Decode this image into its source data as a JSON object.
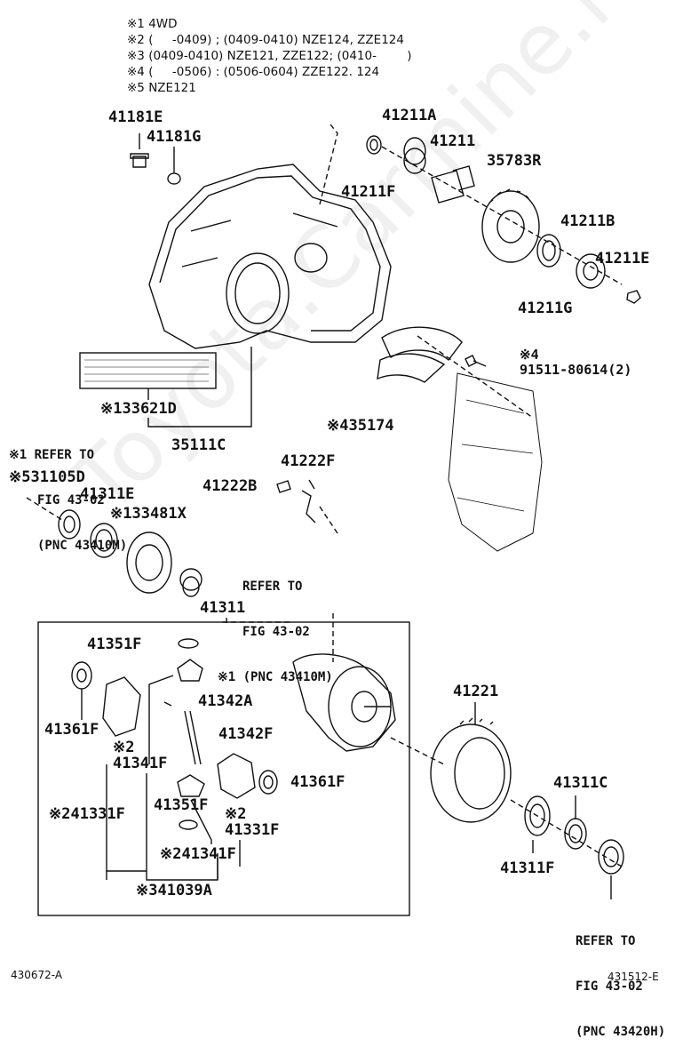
{
  "notes": [
    "※1 4WD",
    "※2 (     -0409) ; (0409-0410) NZE124, ZZE124",
    "※3 (0409-0410) NZE121, ZZE122; (0410-        )",
    "※4 (     -0506) : (0506-0604) ZZE122. 124",
    "※5 NZE121"
  ],
  "parts": {
    "p41181E": "41181E",
    "p41181G": "41181G",
    "p41211A": "41211A",
    "p41211": "41211",
    "p35783R": "35783R",
    "p41211F": "41211F",
    "p41211B": "41211B",
    "p41211E": "41211E",
    "p41211G": "41211G",
    "p91511": "※4\n91511-80614(2)",
    "p33621D": "※133621D",
    "p35111C": "35111C",
    "p35174": "※435174",
    "p41222F": "41222F",
    "p41222B": "41222B",
    "p31105D": "※531105D",
    "p41311E": "41311E",
    "p33481X": "※133481X",
    "p41311": "41311",
    "p41351F_top": "41351F",
    "p41342A": "41342A",
    "p41342F": "41342F",
    "p41361F_left": "41361F",
    "p41341F_top": "※2\n41341F",
    "p41361F_right": "41361F",
    "p41351F_bot": "41351F",
    "p41331F_right": "※2\n41331F",
    "p41331F_left": "※241331F",
    "p41341F_bot": "※241341F",
    "p41039A": "※341039A",
    "p41221": "41221",
    "p41311C": "41311C",
    "p41311F": "41311F"
  },
  "refs": {
    "ref1": [
      "※1 REFER TO",
      "FIG 43-02",
      "(PNC 43410M)"
    ],
    "ref2": [
      "REFER TO",
      "FIG 43-02",
      "※1 (PNC 43410M)"
    ],
    "ref3": [
      "REFER TO",
      "FIG 43-02",
      "(PNC 43420H)"
    ]
  },
  "footer": {
    "left_code": "430672-A",
    "right_code": "431512-E"
  },
  "watermark": "Toyota.Carmine.ru"
}
